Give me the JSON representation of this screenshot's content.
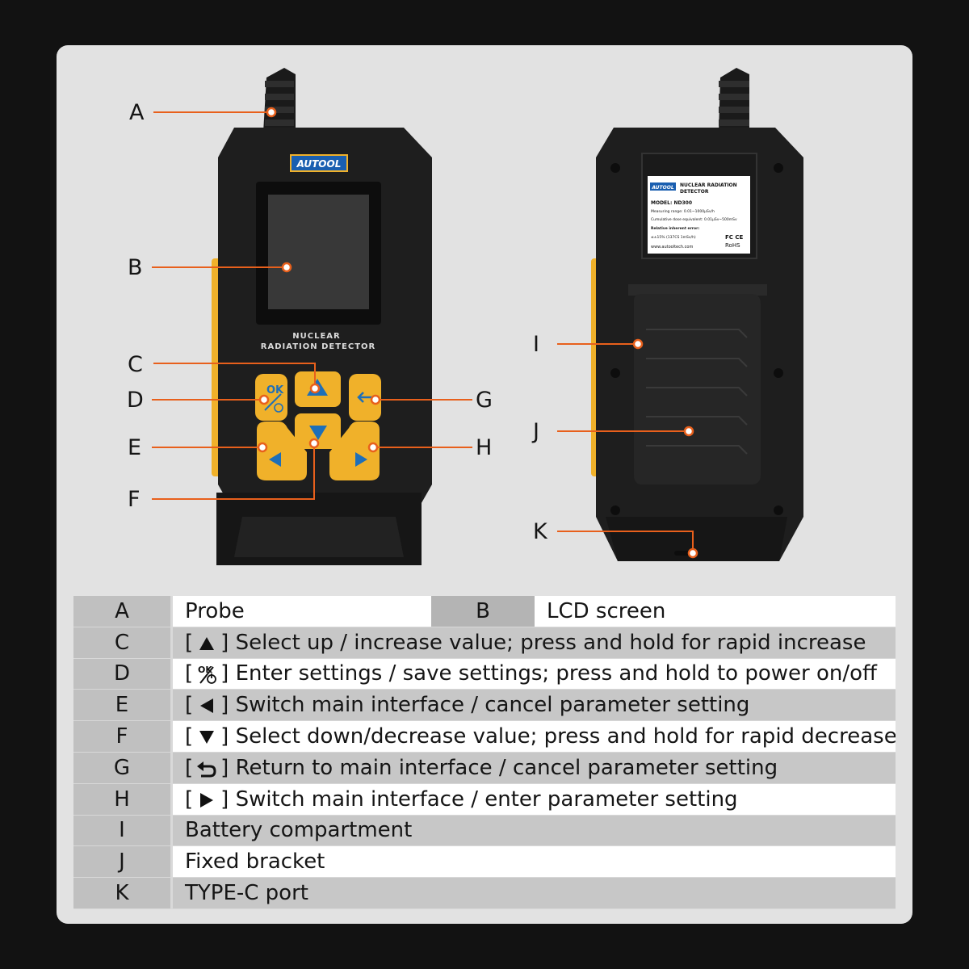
{
  "device": {
    "brand": "AUTOOL",
    "front_title_line1": "NUCLEAR",
    "front_title_line2": "RADIATION DETECTOR",
    "plate": {
      "title_line1": "NUCLEAR RADIATION",
      "title_line2": "DETECTOR",
      "model": "MODEL: ND300",
      "range": "Measuring range: 0.01~1000μSv/h",
      "dose": "Cumulative dose equivalent: 0.01μSv~500mSv",
      "error_label": "Relative inherent error:",
      "error_value": "≤±15% (137CS 1mSv/h)",
      "website": "www.autooltech.com",
      "cert_fc": "FC CE",
      "cert_rohs": "RoHS"
    },
    "keys": {
      "ok_label": "OK"
    }
  },
  "callouts": [
    "A",
    "B",
    "C",
    "D",
    "E",
    "F",
    "G",
    "H",
    "I",
    "J",
    "K"
  ],
  "table": {
    "row_a": {
      "key": "A",
      "text": "Probe",
      "key2": "B",
      "text2": "LCD screen"
    },
    "rows": [
      {
        "key": "C",
        "icon": "up-triangle-icon",
        "text": "] Select up / increase value; press and hold for rapid increase"
      },
      {
        "key": "D",
        "icon": "ok-power-icon",
        "text": "] Enter settings / save settings; press and hold to power on/off"
      },
      {
        "key": "E",
        "icon": "left-triangle-icon",
        "text": "] Switch main interface / cancel parameter setting"
      },
      {
        "key": "F",
        "icon": "down-triangle-icon",
        "text": "] Select down/decrease value; press and hold for rapid decrease"
      },
      {
        "key": "G",
        "icon": "return-arrow-icon",
        "text": "] Return to main interface / cancel parameter setting"
      },
      {
        "key": "H",
        "icon": "right-triangle-icon",
        "text": "] Switch main interface / enter parameter setting"
      },
      {
        "key": "I",
        "icon": "",
        "text": "Battery compartment"
      },
      {
        "key": "J",
        "icon": "",
        "text": "Fixed bracket"
      },
      {
        "key": "K",
        "icon": "",
        "text": "TYPE-C port"
      }
    ],
    "open_bracket": "["
  },
  "colors": {
    "background": "#121212",
    "panel": "#e2e2e2",
    "device_body": "#1e1e1e",
    "accent_yellow": "#f0b12a",
    "callout_orange": "#e8601c",
    "key_blue": "#1e6fb8"
  }
}
